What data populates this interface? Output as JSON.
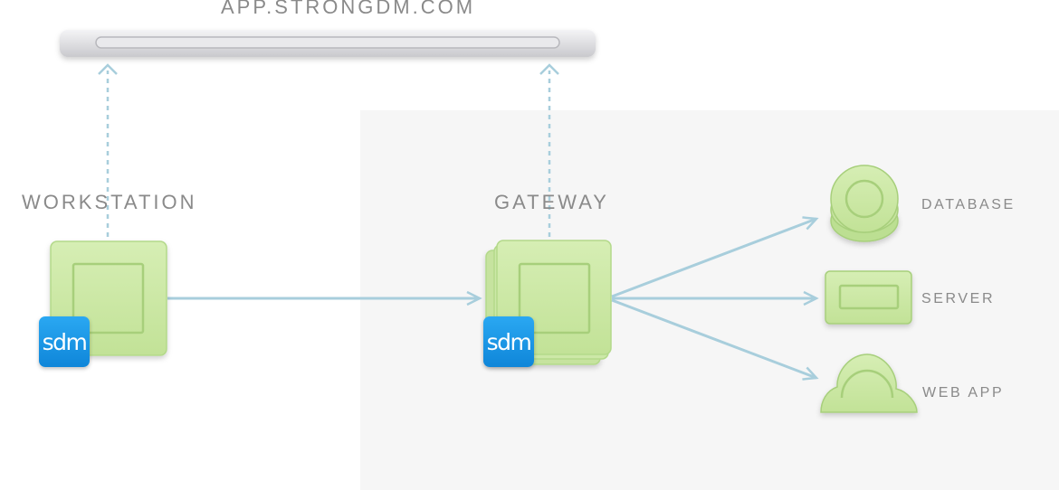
{
  "url_bar": {
    "label": "APP.STRONGDM.COM"
  },
  "nodes": {
    "workstation": {
      "label": "WORKSTATION",
      "badge": "sdm"
    },
    "gateway": {
      "label": "GATEWAY",
      "badge": "sdm"
    }
  },
  "resources": [
    {
      "label": "DATABASE",
      "icon": "database-icon"
    },
    {
      "label": "SERVER",
      "icon": "server-icon"
    },
    {
      "label": "WEB APP",
      "icon": "cloud-icon"
    }
  ],
  "colors": {
    "node_green": "#cde9a8",
    "node_green_dark": "#a9d27d",
    "connector_blue": "#a8cedc",
    "sdm_blue": "#1a95e6",
    "label_gray": "#8a8a8a",
    "panel_gray": "#f6f6f6"
  }
}
